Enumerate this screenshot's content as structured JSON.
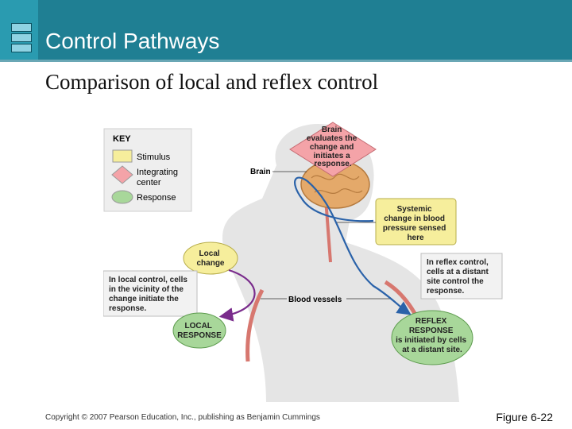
{
  "header": {
    "title": "Control Pathways"
  },
  "subtitle": "Comparison of local and reflex control",
  "key": {
    "title": "KEY",
    "items": [
      {
        "label_lines": [
          "Stimulus"
        ],
        "shape": "rectangle",
        "color": "#f6ee9c"
      },
      {
        "label_lines": [
          "Integrating",
          "center"
        ],
        "shape": "diamond",
        "color": "#f4a3a8"
      },
      {
        "label_lines": [
          "Response"
        ],
        "shape": "oval",
        "color": "#a8d79a"
      }
    ]
  },
  "labels": {
    "brain_evaluates": [
      "Brain",
      "evaluates the",
      "change and",
      "initiates a",
      "response."
    ],
    "brain": "Brain",
    "systemic_change": [
      "Systemic",
      "change in blood",
      "pressure sensed",
      "here"
    ],
    "local_change": [
      "Local",
      "change"
    ],
    "reflex_note": [
      "In reflex control,",
      "cells at a distant",
      "site control the",
      "response."
    ],
    "local_note": [
      "In local control, cells",
      "in the vicinity of the",
      "change initiate the",
      "response."
    ],
    "blood_vessels": "Blood vessels",
    "local_response": [
      "LOCAL",
      "RESPONSE"
    ],
    "reflex_response": [
      "REFLEX",
      "RESPONSE",
      "is initiated by cells",
      "at a distant site."
    ]
  },
  "colors": {
    "header": "#1f7f93",
    "stimulus": "#f6ee9c",
    "integrating": "#f4a3a8",
    "response": "#a8d79a",
    "arrow": "#2a62a9",
    "local_arrow": "#7a2c8c"
  },
  "footer": {
    "copyright": "Copyright © 2007 Pearson Education, Inc., publishing as Benjamin Cummings",
    "figure": "Figure 6-22"
  }
}
